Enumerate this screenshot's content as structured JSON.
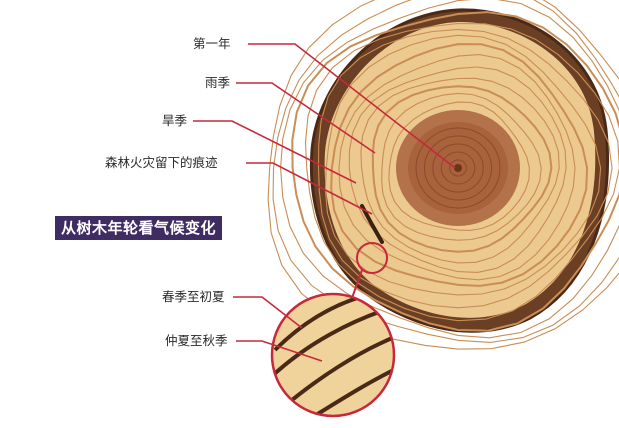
{
  "labels": {
    "first_year": "第一年",
    "rainy_season": "雨季",
    "dry_season": "旱季",
    "fire_scar": "森林火灾留下的痕迹",
    "spring_to_early_summer": "春季至初夏",
    "midsummer_to_autumn": "仲夏至秋季"
  },
  "banner": {
    "text": "从树木年轮看气候变化"
  },
  "colors": {
    "bark": "#6b3f24",
    "bark_dark": "#4a2a17",
    "sapwood": "#ebc98f",
    "ring_line": "#c98d55",
    "heartwood": "#a8623c",
    "heartwood_inner": "#8c4a2c",
    "pointer": "#c7283b",
    "banner_bg": "#3f2c62",
    "banner_text": "#ffffff"
  }
}
